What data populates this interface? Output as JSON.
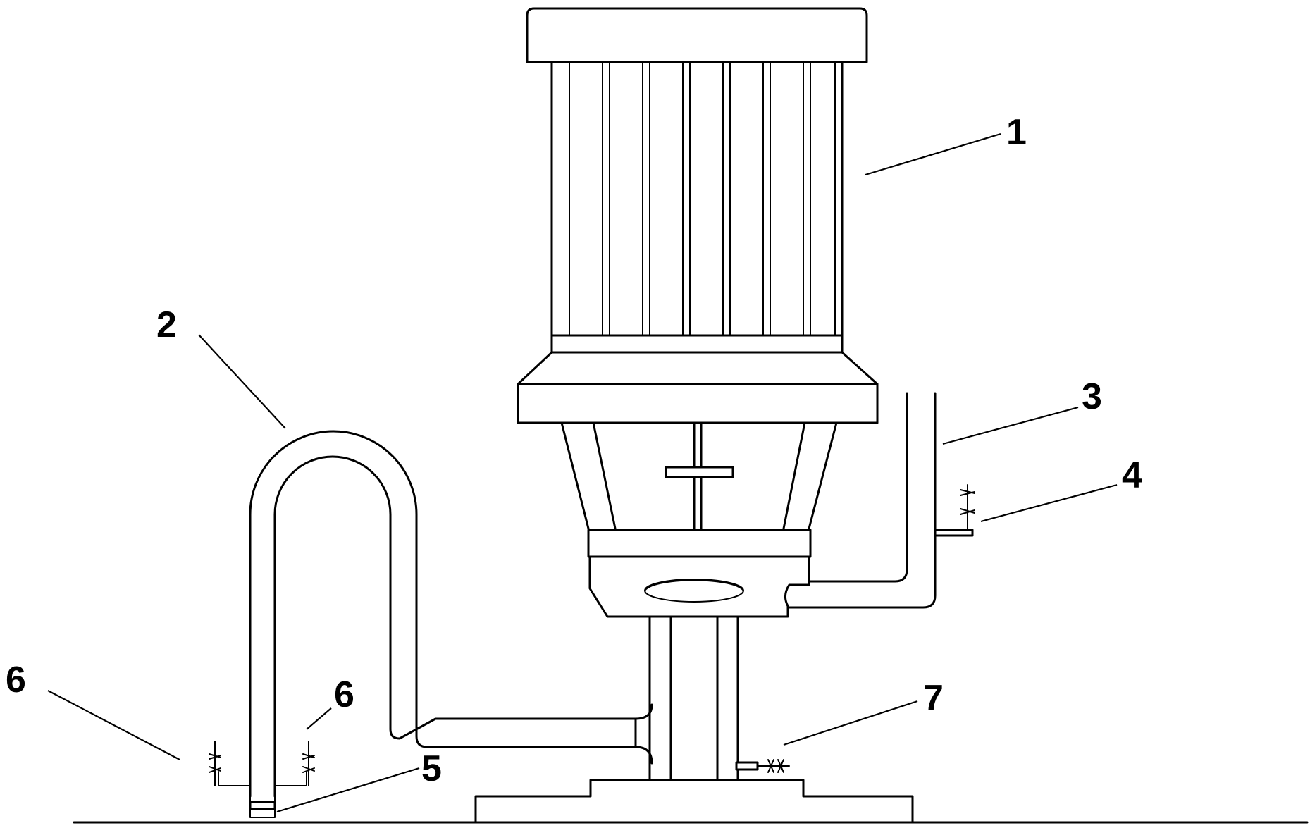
{
  "figure": {
    "callouts": [
      {
        "id": "motor",
        "label": "1"
      },
      {
        "id": "inlet-pipe",
        "label": "2"
      },
      {
        "id": "outlet-pipe",
        "label": "3"
      },
      {
        "id": "outlet-valve",
        "label": "4"
      },
      {
        "id": "drain-connection",
        "label": "5"
      },
      {
        "id": "drain-valve-left",
        "label": "6"
      },
      {
        "id": "drain-valve-right",
        "label": "6"
      },
      {
        "id": "base-valve",
        "label": "7"
      }
    ]
  }
}
